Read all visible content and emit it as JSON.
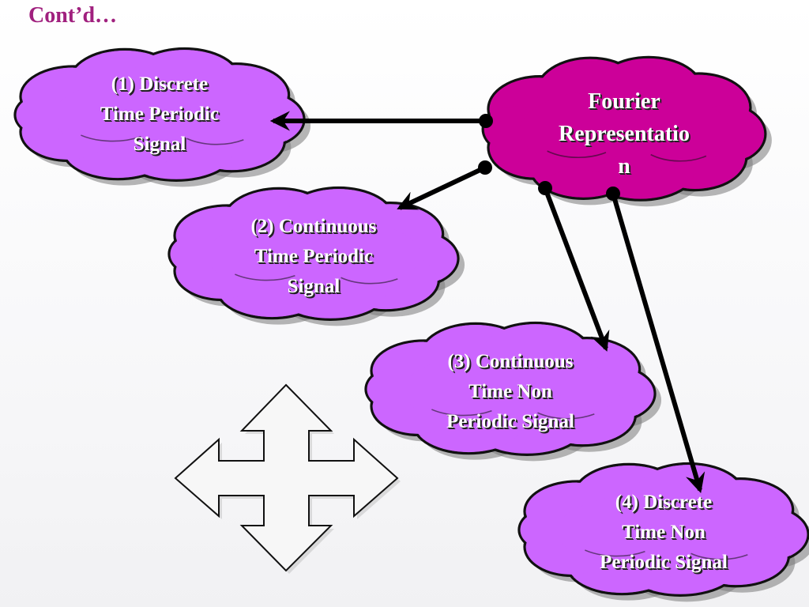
{
  "slide": {
    "title": "Cont’d…"
  },
  "colors": {
    "title": "#a0207e",
    "cloud_fill": "#cc66ff",
    "hub_fill": "#cc0099",
    "cloud_outline": "#111111",
    "arrow": "#000000",
    "cross_arrow_fill": "#f7f7f7"
  },
  "hub": {
    "lines": [
      "Fourier",
      "Representatio",
      "n"
    ]
  },
  "nodes": [
    {
      "id": "discrete-time-periodic",
      "lines": [
        "(1) Discrete",
        "Time Periodic",
        "Signal"
      ]
    },
    {
      "id": "continuous-time-periodic",
      "lines": [
        "(2) Continuous",
        "Time Periodic",
        "Signal"
      ]
    },
    {
      "id": "continuous-time-non-periodic",
      "lines": [
        "(3) Continuous",
        "Time Non",
        "Periodic Signal"
      ]
    },
    {
      "id": "discrete-time-non-periodic",
      "lines": [
        "(4) Discrete",
        "Time Non",
        "Periodic Signal"
      ]
    }
  ],
  "edges": [
    {
      "from": "hub",
      "to": "discrete-time-periodic"
    },
    {
      "from": "hub",
      "to": "continuous-time-periodic"
    },
    {
      "from": "hub",
      "to": "continuous-time-non-periodic"
    },
    {
      "from": "hub",
      "to": "discrete-time-non-periodic"
    }
  ],
  "decoration": {
    "icon": "four-way-arrow-icon"
  }
}
